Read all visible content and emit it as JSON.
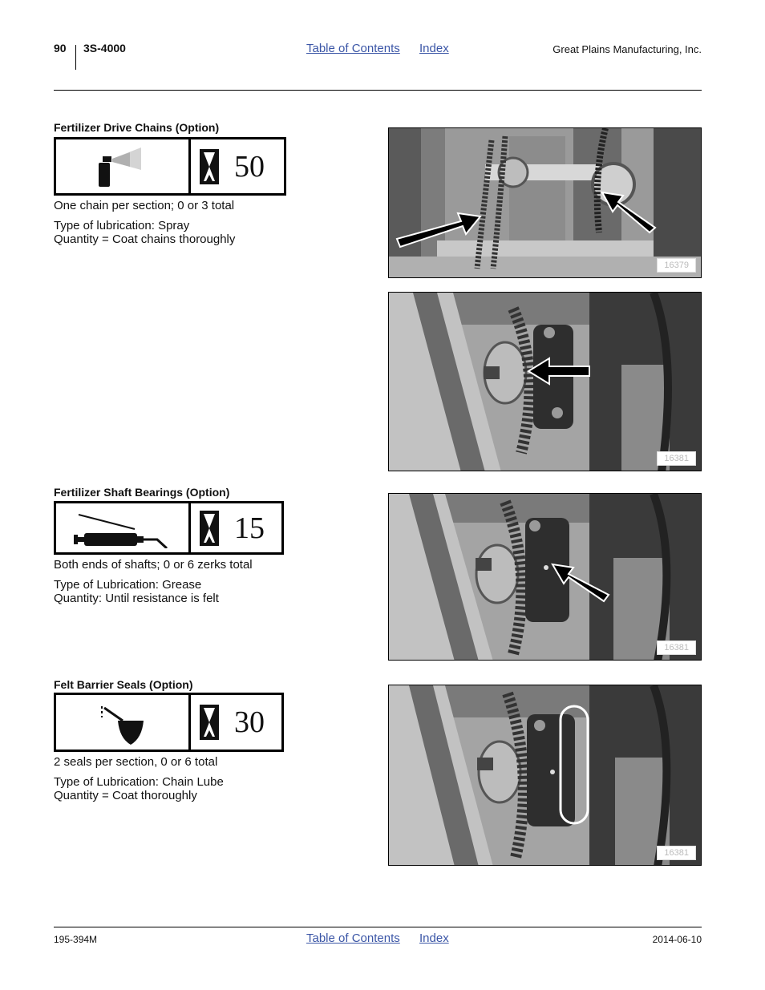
{
  "header": {
    "page_number": "90",
    "model": "3S-4000",
    "toc_link": "Table of Contents",
    "index_link": "Index",
    "company": "Great Plains Manufacturing, Inc."
  },
  "footer": {
    "part_number": "195-394M",
    "toc_link": "Table of Contents",
    "index_link": "Index",
    "date": "2014-06-10"
  },
  "sections": [
    {
      "title": "Fertilizer Drive Chains (Option)",
      "icon": "spray-can-icon",
      "hours": "50",
      "lines": [
        "One chain per section; 0 or 3 total",
        "Type of lubrication: Spray",
        "Quantity = Coat chains thoroughly"
      ]
    },
    {
      "title": "Fertilizer Shaft Bearings (Option)",
      "icon": "grease-gun-icon",
      "hours": "15",
      "lines": [
        "Both ends of shafts; 0 or 6 zerks total",
        "Type of Lubrication: Grease",
        "Quantity: Until resistance is felt"
      ]
    },
    {
      "title": "Felt Barrier Seals (Option)",
      "icon": "oil-can-icon",
      "hours": "30",
      "lines": [
        "2 seals per section, 0 or 6 total",
        "Type of Lubrication: Chain Lube",
        "Quantity = Coat thoroughly"
      ]
    }
  ],
  "photos": [
    {
      "id": "16379"
    },
    {
      "id": "16381"
    },
    {
      "id": "16381"
    },
    {
      "id": "16381"
    }
  ]
}
